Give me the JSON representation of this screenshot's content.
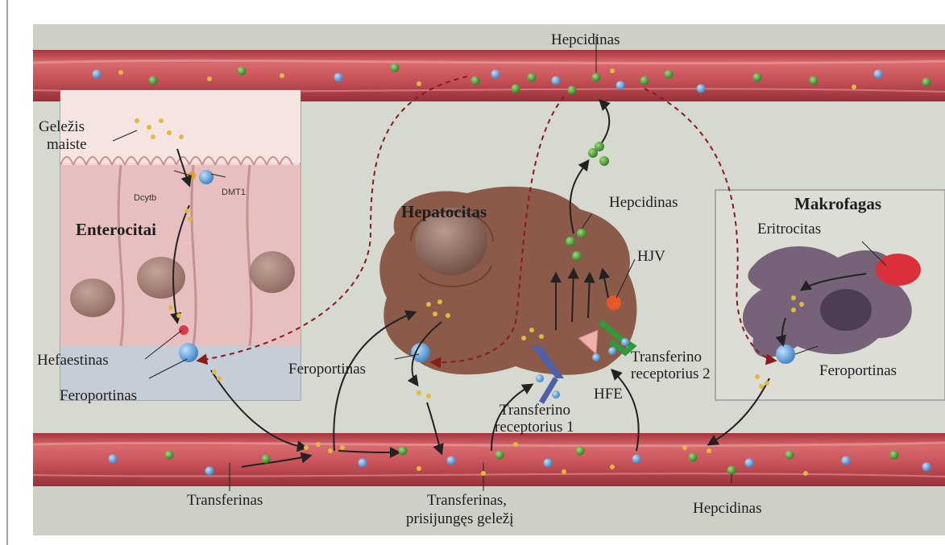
{
  "labels": {
    "hepcidin_top": "Hepcidinas",
    "iron_food_line1": "Geležis",
    "iron_food_line2": "maiste",
    "dcytb": "Dcytb",
    "dmt1": "DMT1",
    "enterocytes": "Enterocitai",
    "hephaestin": "Hefaestinas",
    "ferroportin_entero": "Feroportinas",
    "hepatocyte": "Hepatocitas",
    "hepcidin_mid": "Hepcidinas",
    "hjv": "HJV",
    "ferroportin_hepato": "Feroportinas",
    "tfr2_line1": "Transferino",
    "tfr2_line2": "receptorius 2",
    "hfe": "HFE",
    "tfr1_line1": "Transferino",
    "tfr1_line2": "receptorius 1",
    "macrophage": "Makrofagas",
    "erythrocyte": "Eritrocitas",
    "ferroportin_macro": "Feroportinas",
    "transferrin": "Transferinas",
    "transferrin_bound_line1": "Transferinas,",
    "transferrin_bound_line2": "prisijungęs geležį",
    "hepcidin_bottom": "Hepcidinas"
  },
  "colors": {
    "vessel": "#c9545a",
    "vessel_dark": "#9b2f37",
    "background": "#cfd2c8",
    "hepcidin": "#3f8f2f",
    "iron": "#d9b23a",
    "transferrin": "#4f8fc8",
    "enterocyte": "#e9c4c4",
    "hepatocyte": "#8a5a48",
    "macrophage": "#6f5d70",
    "arrow": "#222222",
    "dashed": "#8b1a1a"
  }
}
